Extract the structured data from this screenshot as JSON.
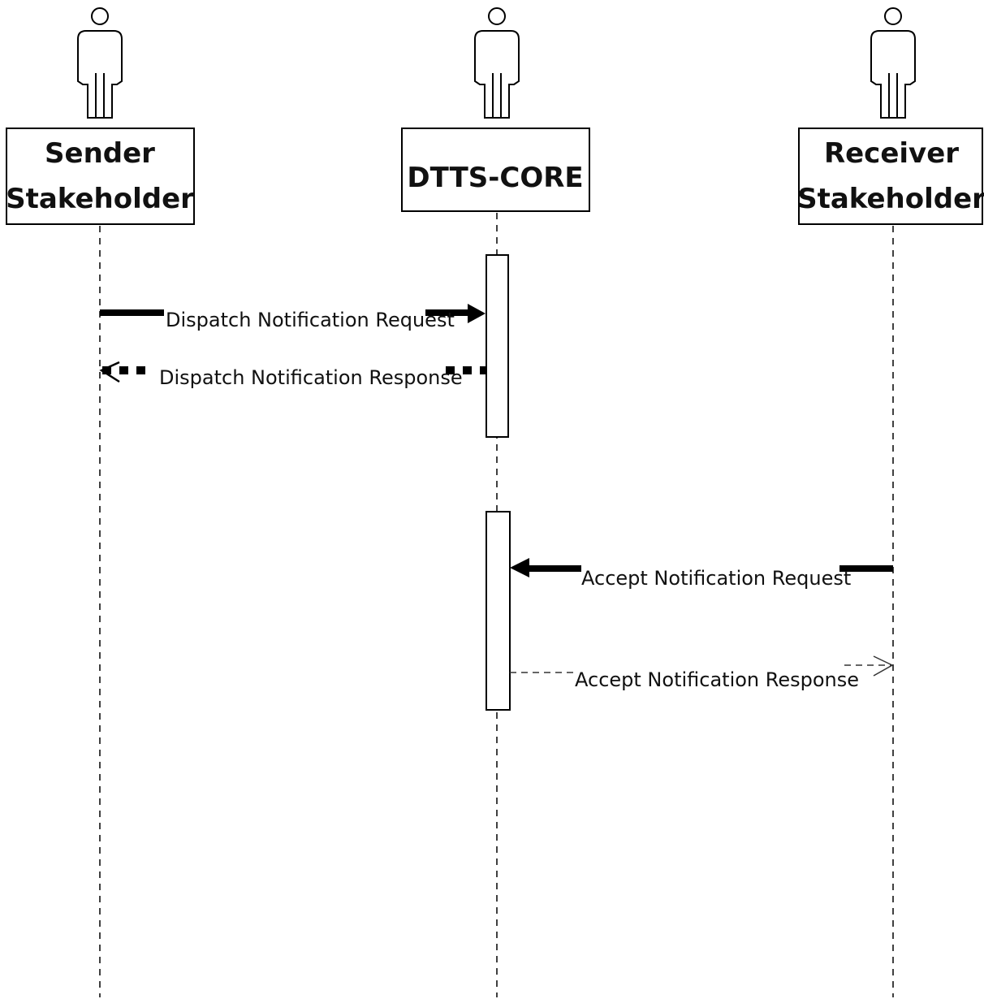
{
  "diagram": {
    "type": "sequence",
    "participants": [
      {
        "id": "sender",
        "label_lines": [
          "Sender",
          "Stakeholder"
        ]
      },
      {
        "id": "core",
        "label_lines": [
          "DTTS-CORE"
        ]
      },
      {
        "id": "receiver",
        "label_lines": [
          "Receiver",
          "Stakeholder"
        ]
      }
    ],
    "messages": [
      {
        "id": "m1",
        "from": "sender",
        "to": "core",
        "kind": "request",
        "label": "Dispatch Notification Request"
      },
      {
        "id": "m2",
        "from": "core",
        "to": "sender",
        "kind": "response",
        "label": "Dispatch Notification Response"
      },
      {
        "id": "m3",
        "from": "receiver",
        "to": "core",
        "kind": "request",
        "label": "Accept Notification Request"
      },
      {
        "id": "m4",
        "from": "core",
        "to": "receiver",
        "kind": "response",
        "label": "Accept Notification Response"
      }
    ],
    "colors": {
      "line": "#000000",
      "text": "#111111",
      "background": "#ffffff"
    }
  }
}
